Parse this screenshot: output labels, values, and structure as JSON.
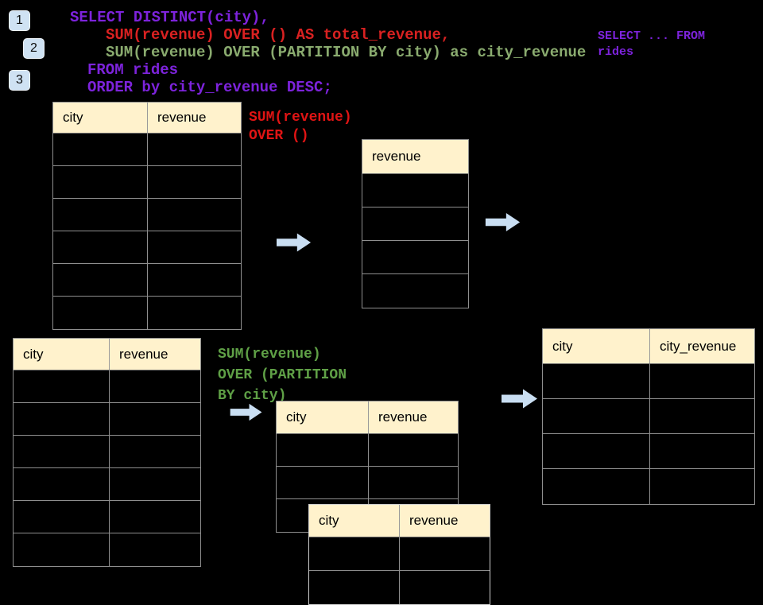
{
  "colors": {
    "purple": "#7d23dc",
    "code_red": "#d92121",
    "sage_green": "#8aab6f",
    "annotation_red": "#e01414",
    "annotation_green": "#5fa046",
    "arrow_blue": "#c9def2",
    "header_bg": "#fff2cc",
    "badge_bg": "#cfe2f3"
  },
  "badges": {
    "one": "1",
    "two": "2",
    "three": "3"
  },
  "sql": {
    "line1": "SELECT DISTINCT(city),",
    "line2": "SUM(revenue) OVER () AS total_revenue,",
    "line3": "SUM(revenue) OVER (PARTITION BY city) as city_revenue",
    "line4": "FROM rides",
    "line5": "ORDER by city_revenue DESC;"
  },
  "side_note": {
    "line1": "SELECT ... FROM",
    "line2": "rides"
  },
  "annotations": {
    "total_revenue": {
      "line1": "SUM(revenue)",
      "line2": "OVER ()"
    },
    "partition": {
      "line1": "SUM(revenue)",
      "line2": "OVER (PARTITION",
      "line3": "BY city)"
    }
  },
  "tables": {
    "source_top": {
      "headers": [
        "city",
        "revenue"
      ],
      "row_count": 6
    },
    "total_revenue": {
      "headers": [
        "revenue"
      ],
      "row_count": 4
    },
    "source_bottom": {
      "headers": [
        "city",
        "revenue"
      ],
      "row_count": 6
    },
    "partitioned": {
      "headers": [
        "city",
        "revenue"
      ],
      "row_count": 3
    },
    "partitioned_overlap": {
      "headers": [
        "city",
        "revenue"
      ],
      "row_count": 2
    },
    "city_revenue_result": {
      "headers": [
        "city",
        "city_revenue"
      ],
      "row_count": 4
    }
  }
}
